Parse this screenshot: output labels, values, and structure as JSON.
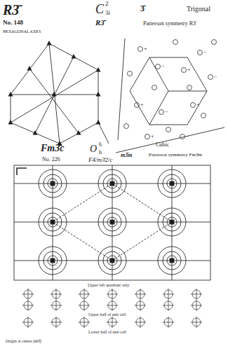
{
  "diagram": {
    "title": "R3̄",
    "labels": [
      "C",
      "2",
      "3i",
      "3̄",
      "Trigonal",
      "No. 148",
      "R3̄",
      "Patterson symmetry R3̄",
      "HEXAGONAL AXES",
      "Fm3̄c",
      "O",
      "6",
      "h",
      "Cubic",
      "m3̄m",
      "Patterson symmetry Fm3̄m",
      "No. 226",
      "F4/m3̄2/c",
      "Upper left quadrant only",
      "Upper half of unit cell",
      "Lower half of unit cell",
      "Origin at centre (m3̄)",
      "+",
      "−",
      "+",
      "−",
      "+",
      "−",
      "+",
      "−",
      "+",
      "−"
    ]
  }
}
